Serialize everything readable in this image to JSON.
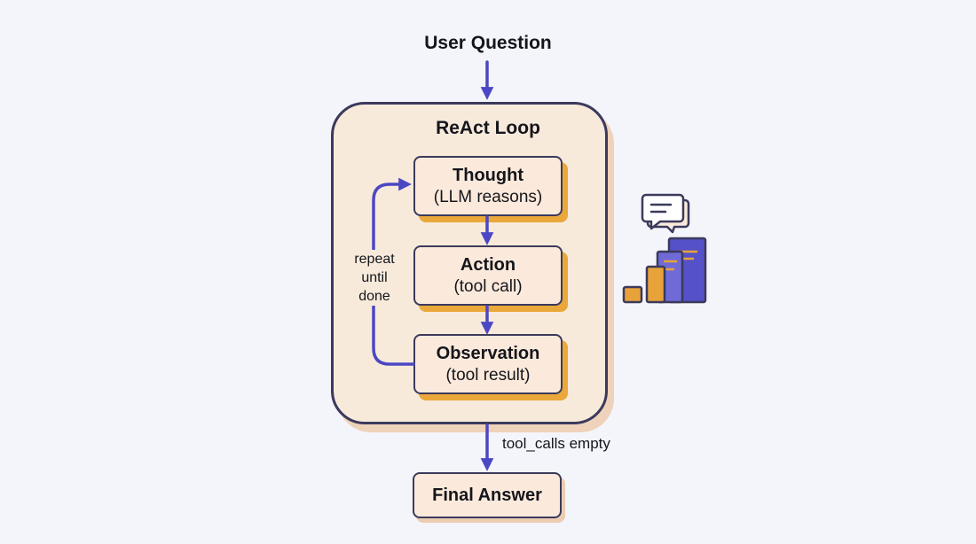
{
  "diagram": {
    "input_label": "User Question",
    "loop_title": "ReAct Loop",
    "steps": [
      {
        "title": "Thought",
        "subtitle": "(LLM reasons)"
      },
      {
        "title": "Action",
        "subtitle": "(tool call)"
      },
      {
        "title": "Observation",
        "subtitle": "(tool result)"
      }
    ],
    "loop_back_label": [
      "repeat",
      "until",
      "done"
    ],
    "exit_condition_label": "tool_calls empty",
    "output_label": "Final Answer",
    "illustration_icon": "chat-bubble-and-documents-illustration",
    "colors": {
      "arrow": "#4b47c4",
      "outline": "#3b3a5c",
      "box_fill": "#fbeadb",
      "accent_shadow": "#eaa83a",
      "background": "#f4f5fa"
    }
  }
}
